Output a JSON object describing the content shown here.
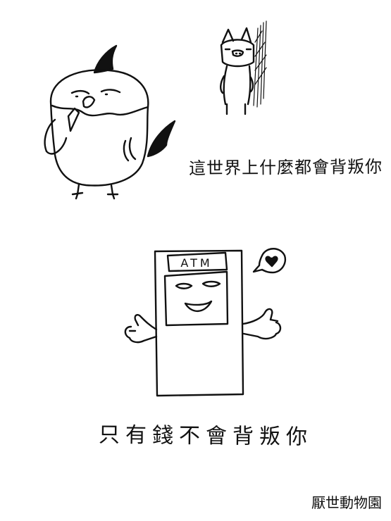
{
  "caption_top": "這世界上什麼都會背叛你",
  "caption_bottom": "只有錢不會背叛你",
  "atm_label": "ATM",
  "signature": "厭世動物園",
  "icons": [
    "chicken-icon",
    "pig-icon",
    "atm-icon",
    "heart-icon"
  ]
}
